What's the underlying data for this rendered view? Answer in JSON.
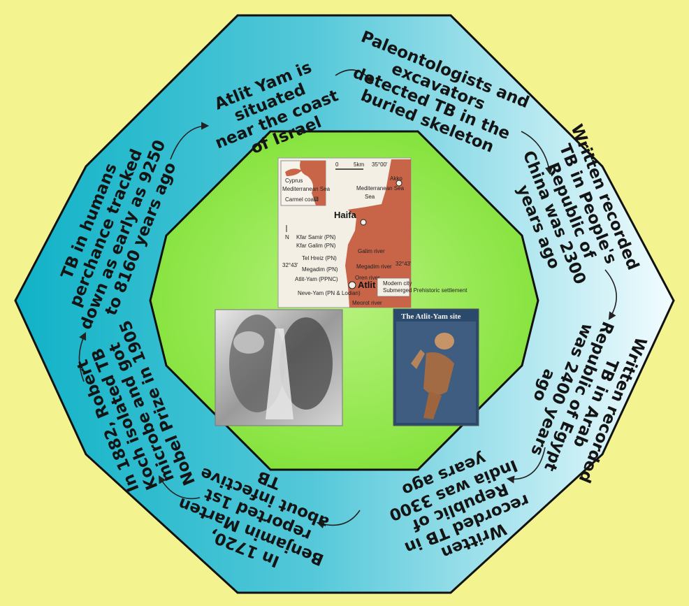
{
  "labels": [
    {
      "id": "atlit-yam",
      "lines": [
        "Atlit Yam is",
        "situated",
        "near the coast",
        "of Israel"
      ]
    },
    {
      "id": "paleontologists",
      "lines": [
        "Paleontologists and",
        "excavators",
        "detected TB in the",
        "buried skeleton"
      ]
    },
    {
      "id": "china",
      "lines": [
        "Written recorded",
        "TB in People's",
        "Republic of",
        "China was 2300",
        "years ago"
      ]
    },
    {
      "id": "egypt",
      "lines": [
        "Written recorded",
        "TB in Arab",
        "Republic of Egypt",
        "was 2400 years",
        "ago"
      ]
    },
    {
      "id": "india",
      "lines": [
        "Written",
        "recorded TB in",
        "Republic of",
        "India was 3300",
        "years ago"
      ]
    },
    {
      "id": "marten",
      "lines": [
        "In 1720,",
        "Benjamin Marten",
        "reported 1st",
        "about infective",
        "TB"
      ]
    },
    {
      "id": "koch",
      "lines": [
        "In 1882, Robert",
        "Koch isolated TB",
        "microbe and got",
        "Nobel Prize in 1905"
      ]
    },
    {
      "id": "humans",
      "lines": [
        "TB in humans",
        "perchance tracked",
        "down as early as 9250",
        "to 8160 years ago"
      ]
    }
  ],
  "map": {
    "sea_inset": "Mediterranean Sea",
    "cyprus": "Cyprus",
    "carmel": "Carmel coast",
    "sea_main": "Mediterranean Sea",
    "haifa": "Haifa",
    "akko": "Akko",
    "atlit": "Atlit",
    "sites": [
      "Kfar Samir (PN)",
      "Kfar Galim (PN)",
      "Tel Hreiz (PN)",
      "Megadim (PN)",
      "Atlit-Yam (PPNC)",
      "Neve-Yam (PN & Lodian)"
    ],
    "rivers": [
      "Galim river",
      "Megadim river",
      "Oren river",
      "Meorot river"
    ],
    "legend": [
      "Modern city",
      "Submerged Prehistoric settlement"
    ],
    "lat_top": "32°43'",
    "lat_right": "32°43'",
    "scale": [
      "0",
      "5km",
      "35°00'"
    ],
    "north": "N"
  },
  "skeleton_title": "The Atlit-Yam site",
  "colors": {
    "background": "#f3f48f",
    "ring_dark": "#16b4c8",
    "ring_light": "#eefaff",
    "center_green": "#86e43a",
    "map_land": "#c86448"
  }
}
